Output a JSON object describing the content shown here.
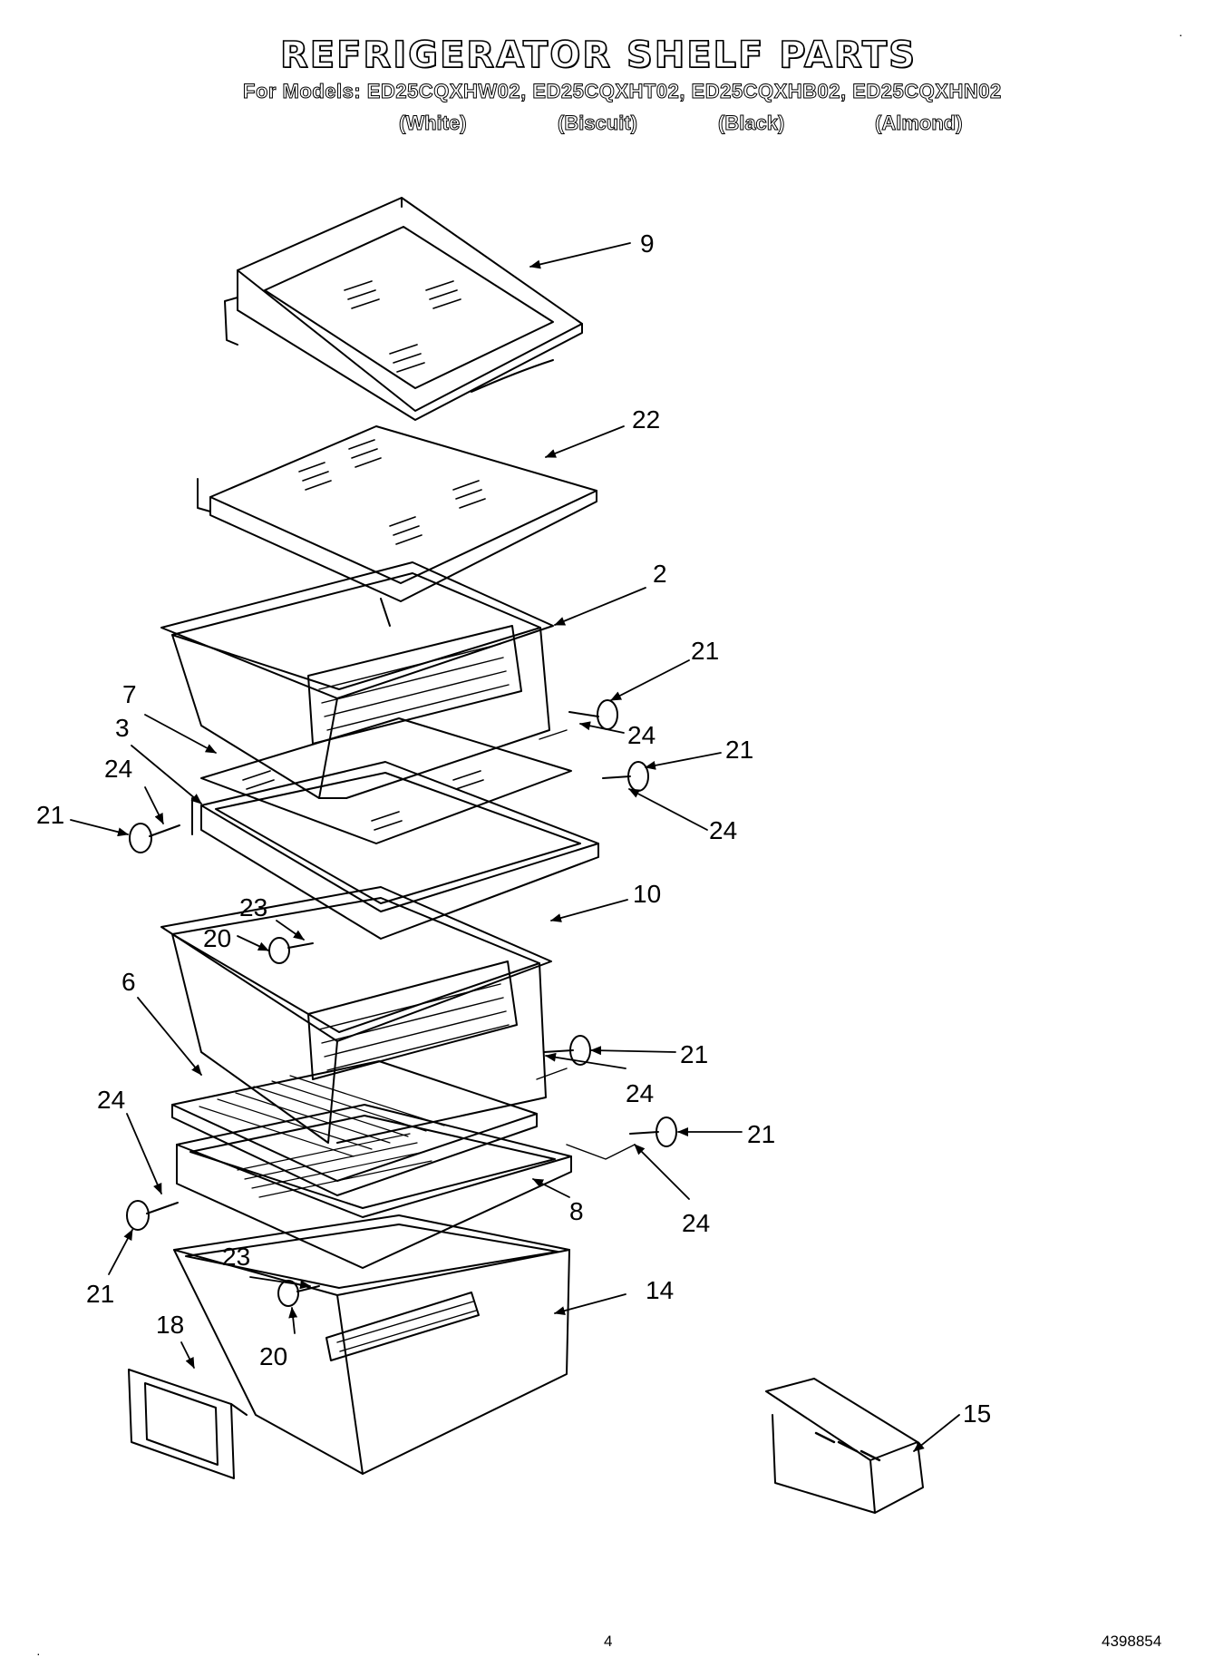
{
  "header": {
    "title": "REFRIGERATOR SHELF PARTS",
    "models_line": "For Models: ED25CQXHW02, ED25CQXHT02, ED25CQXHB02, ED25CQXHN02",
    "variants": [
      "(White)",
      "(Biscuit)",
      "(Black)",
      "(Almond)"
    ]
  },
  "callouts": {
    "c9": "9",
    "c22": "22",
    "c2": "2",
    "c21a": "21",
    "c24a": "24",
    "c21b": "21",
    "c24b": "24",
    "c7": "7",
    "c3": "3",
    "c24c": "24",
    "c21c": "21",
    "c10": "10",
    "c23a": "23",
    "c20a": "20",
    "c6": "6",
    "c21d": "21",
    "c24d": "24",
    "c21e": "21",
    "c24e": "24",
    "c24f": "24",
    "c8": "8",
    "c21f": "21",
    "c23b": "23",
    "c20b": "20",
    "c14": "14",
    "c18": "18",
    "c15": "15"
  },
  "footer": {
    "page_number": "4",
    "doc_number": "4398854"
  }
}
